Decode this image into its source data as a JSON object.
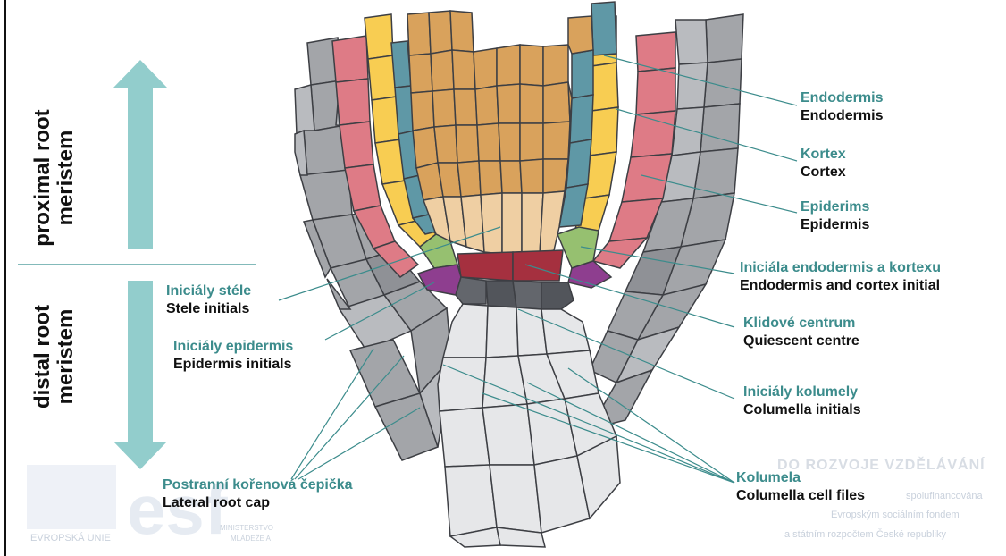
{
  "left_labels": {
    "proximal": "proximal root meristem",
    "distal": "distal root meristem"
  },
  "labels": [
    {
      "id": "endodermis",
      "cz": "Endodermis",
      "en": "Endodermis"
    },
    {
      "id": "cortex",
      "cz": "Kortex",
      "en": "Cortex"
    },
    {
      "id": "epidermis",
      "cz": "Epiderims",
      "en": "Epidermis"
    },
    {
      "id": "endo-cortex-initial",
      "cz": "Iniciála endodermis a kortexu",
      "en": "Endodermis and cortex initial"
    },
    {
      "id": "quiescent",
      "cz": "Klidové centrum",
      "en": "Quiescent centre"
    },
    {
      "id": "columella-initials",
      "cz": "Iniciály kolumely",
      "en": "Columella initials"
    },
    {
      "id": "columella",
      "cz": "Kolumela",
      "en": "Columella cell files"
    },
    {
      "id": "stele-initials",
      "cz": "Iniciály stéle",
      "en": "Stele initials"
    },
    {
      "id": "epidermis-initials",
      "cz": "Iniciály epidermis",
      "en": "Epidermis  initials"
    },
    {
      "id": "lateral-root-cap",
      "cz": "Postranní kořenová čepička",
      "en": "Lateral root cap"
    }
  ],
  "watermark": {
    "eu": "EVROPSKÁ UNIE",
    "esf": "esf",
    "ministry_1": "MINISTERSTVO",
    "ministry_2": "MLÁDEŽE A",
    "right_title": "DO ROZVOJE VZDĚLÁVÁNÍ",
    "right_line1": "spolufinancována",
    "right_line2": "Evropským sociálním fondem",
    "right_line3": "a státním rozpočtem České republiky"
  },
  "colors": {
    "stele": "#d9a25c",
    "stele_light": "#efcfa3",
    "endodermis": "#5f98a6",
    "cortex": "#f8cd52",
    "epidermis": "#de7b86",
    "lateral_cap": "#a3a5a9",
    "columella": "#e6e7e9",
    "qc": "#a5303f",
    "columella_initials": "#63666c",
    "epidermis_initial": "#8e3e8f",
    "endo_cortex_initial": "#96c070",
    "arrow": "#92cdcc",
    "label_cz": "#3c8c8c"
  }
}
